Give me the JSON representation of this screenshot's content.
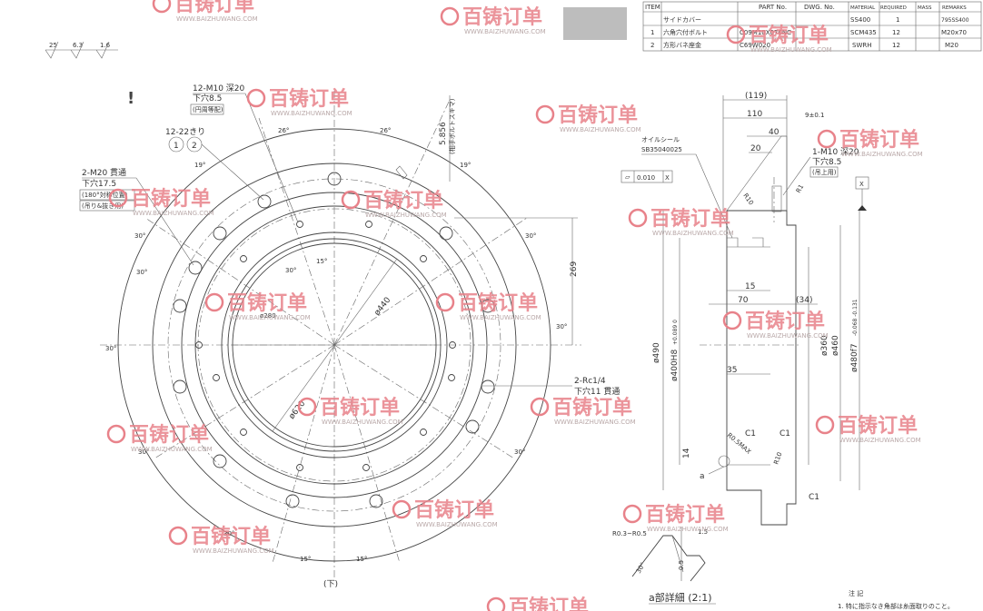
{
  "surface_finish": [
    "25",
    "6.3",
    "1.6"
  ],
  "parts_table": {
    "headers": [
      "ITEM",
      "PART No.",
      "DWG. No.",
      "MATERIAL",
      "REQUIRED",
      "MASS",
      "REMARKS"
    ],
    "rows": [
      {
        "item": "",
        "name": "サイドカバー",
        "dwg": "",
        "material": "SS400",
        "qty": "1",
        "remarks": "795SS400"
      },
      {
        "item": "1",
        "name": "六角穴付ボルト",
        "dwg": "C09M10X070NC",
        "material": "SCM435",
        "qty": "12",
        "remarks": "M20x70"
      },
      {
        "item": "2",
        "name": "方形バネ座金",
        "dwg": "C69W020",
        "material": "SWRH",
        "qty": "12",
        "remarks": "M20"
      }
    ]
  },
  "front_view": {
    "callout_m10": [
      "12-M10 深20",
      "下穴8.5",
      "(円周等配)"
    ],
    "callout_m20": [
      "2-M20 貫通",
      "下穴17.5",
      "(180°対称位置)",
      "(吊り&抜き用)"
    ],
    "item_markers": [
      "1",
      "2"
    ],
    "item_marker_label": "12-22きり",
    "callout_rc": [
      "2-Rc1/4",
      "下穴11 貫通"
    ],
    "dim_phi440": "ø440",
    "dim_phi620": "ø620",
    "dim_phi280": "ø280",
    "dim_269": "269",
    "dim_5856": "5.856",
    "dim_5856_note": "(相手ボルトスキマ)",
    "angles": [
      "26°",
      "26°",
      "19°",
      "19°",
      "30°",
      "30°",
      "30°",
      "30°",
      "30°",
      "30°",
      "30°",
      "30°",
      "15°",
      "15°",
      "15°",
      "30°"
    ],
    "view_label": "(下)"
  },
  "section_view": {
    "dim_119": "(119)",
    "dim_110": "110",
    "dim_40": "40",
    "dim_20": "20",
    "dim_9": "9±0.1",
    "oil_seal": [
      "オイルシール",
      "SB35040025"
    ],
    "callout_m10": [
      "1-M10 深20",
      "下穴8.5",
      "(吊上用)"
    ],
    "flatness": "0.010",
    "datum_ref": "X",
    "datum_label": "X",
    "r10a": "R10",
    "r1": "R1",
    "dim_15": "15",
    "dim_70": "70",
    "dim_34": "(34)",
    "dim_35": "35",
    "dim_phi490": "ø490",
    "dim_phi400": "ø400H8",
    "dim_phi400_tol": "+0.089 0",
    "dim_phi360": "ø360",
    "dim_phi460": "ø460",
    "dim_phi480": "ø480f7",
    "dim_phi480_tol": "-0.068 -0.131",
    "c1a": "C1",
    "c1b": "C1",
    "c1c": "C1",
    "r05": "R0.5MAX",
    "r10b": "R10",
    "dim_14": "14",
    "detail_ref": "a"
  },
  "detail_view": {
    "dims": [
      "R0.3~R0.5",
      "1.5",
      "30°",
      "0.5"
    ],
    "title": "a部詳細 (2:1)"
  },
  "notes": {
    "heading": "注 記",
    "line1": "1. 特に指示なき角部は糸面取りのこと。"
  },
  "watermark": {
    "brand": "百铸订单",
    "url": "WWW.BAIZHUWANG.COM",
    "color": "#e8828a"
  }
}
